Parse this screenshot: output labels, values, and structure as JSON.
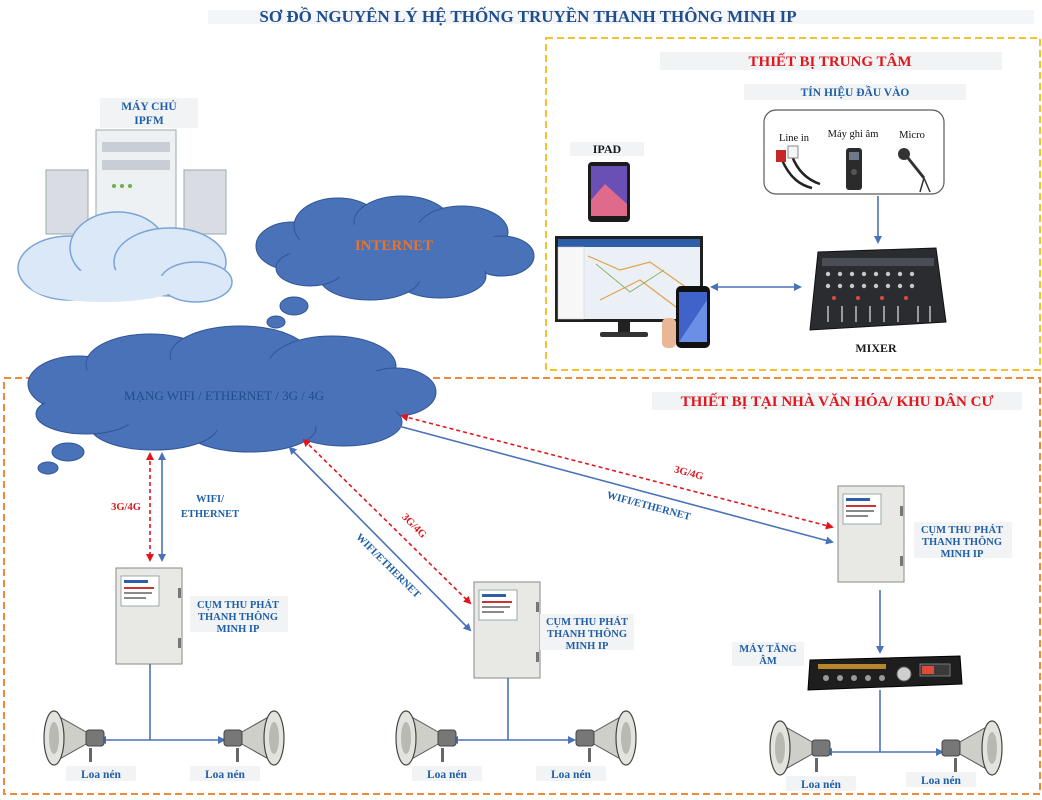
{
  "title": "SƠ ĐỒ NGUYÊN LÝ HỆ THỐNG TRUYỀN THANH THÔNG MINH IP",
  "server": {
    "label_line1": "MÁY CHỦ",
    "label_line2": "IPFM"
  },
  "internet": "INTERNET",
  "network": "MẠNG WIFI / ETHERNET / 3G / 4G",
  "central": {
    "title": "THIẾT BỊ TRUNG TÂM",
    "input_title": "TÍN HIỆU ĐẦU VÀO",
    "inputs": [
      "Line in",
      "Máy ghi âm",
      "Micro"
    ],
    "ipad": "IPAD",
    "mixer": "MIXER"
  },
  "local": {
    "title": "THIẾT BỊ TẠI NHÀ VĂN HÓA/ KHU DÂN CƯ"
  },
  "links": {
    "cellular": "3G/4G",
    "wifi_line1": "WIFI/",
    "wifi_line2": "ETHERNET",
    "wifi_ethernet": "WIFI/ETHERNET"
  },
  "receiver": {
    "line1": "CỤM THU PHÁT",
    "line2": "THANH THÔNG",
    "line3": "MINH IP"
  },
  "amplifier": {
    "line1": "MÁY TĂNG",
    "line2": "ÂM"
  },
  "speaker": "Loa nén",
  "colors": {
    "title_blue": "#1f4e8c",
    "label_blue": "#1f5fa8",
    "accent_red": "#e0161b",
    "cloud": "#4a72b8",
    "central_border": "#f2c230",
    "local_border": "#ef8a3a"
  }
}
